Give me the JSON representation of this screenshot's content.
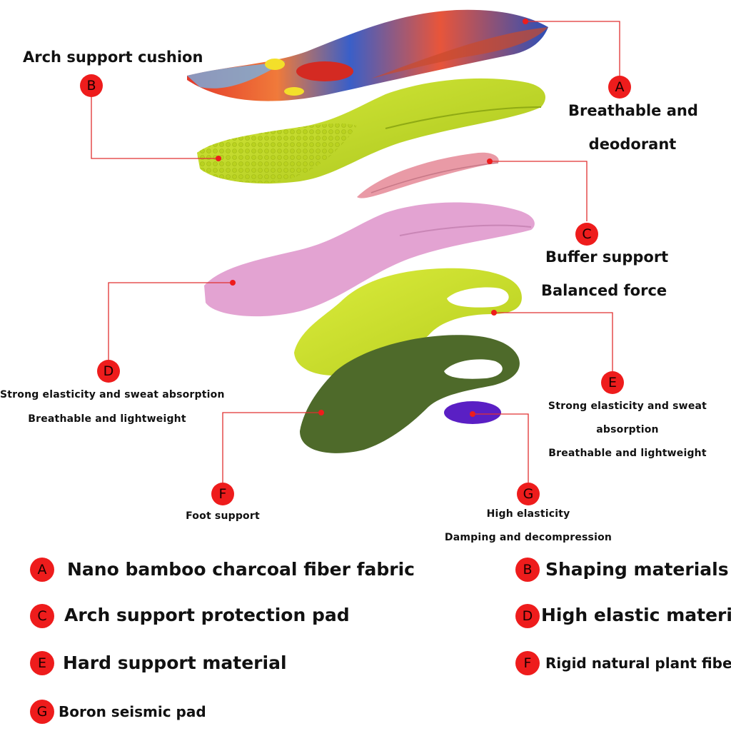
{
  "callouts": {
    "a": {
      "letter": "A",
      "line1": "Breathable and",
      "line2": "deodorant"
    },
    "b": {
      "letter": "B",
      "line1": "Arch support cushion"
    },
    "c": {
      "letter": "C",
      "line1": "Buffer support",
      "line2": "Balanced force"
    },
    "d": {
      "letter": "D",
      "line1": "Strong elasticity and sweat absorption",
      "line2": "Breathable and lightweight"
    },
    "e": {
      "letter": "E",
      "line1": "Strong elasticity and sweat",
      "line2": "absorption",
      "line3": "Breathable and lightweight"
    },
    "f": {
      "letter": "F",
      "line1": "Foot support"
    },
    "g": {
      "letter": "G",
      "line1": "High elasticity",
      "line2": "Damping and decompression"
    }
  },
  "legend": [
    {
      "letter": "A",
      "text": "Nano bamboo charcoal fiber fabric"
    },
    {
      "letter": "B",
      "text": "Shaping materials"
    },
    {
      "letter": "C",
      "text": "Arch support protection pad"
    },
    {
      "letter": "D",
      "text": "High elastic material"
    },
    {
      "letter": "E",
      "text": "Hard support material"
    },
    {
      "letter": "F",
      "text": "Rigid natural plant fiber"
    },
    {
      "letter": "G",
      "text": "Boron seismic pad"
    }
  ],
  "colors": {
    "accent_red": "#ee1c1c",
    "layer_a_blue": "#2c4fb8",
    "layer_a_red": "#e4392a",
    "layer_b_green": "#c9e028",
    "layer_c_pink": "#e99aa6",
    "layer_d_pink": "#e3a3d2",
    "layer_e_green": "#cde22c",
    "layer_f_olive": "#4e6a2a",
    "layer_g_purple": "#5a1fc4"
  }
}
